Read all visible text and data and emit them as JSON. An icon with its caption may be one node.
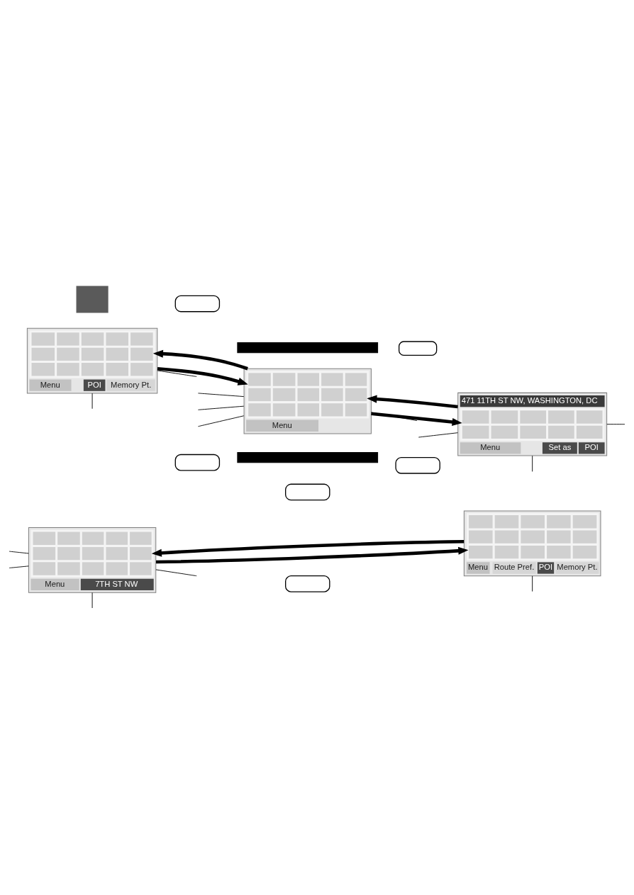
{
  "diagram": {
    "nodes": [
      {
        "text": [],
        "shape": "bar"
      },
      {
        "text": [],
        "shape": "box"
      },
      {
        "text": [
          "Menu"
        ]
      },
      {
        "text": [],
        "shape": "box"
      },
      {
        "text": [],
        "shape": "box"
      },
      {
        "text": [
          "Menu",
          "POI",
          "Memory Pt."
        ]
      },
      {
        "text": [],
        "shape": "box"
      },
      {
        "text": [],
        "shape": "box"
      },
      {
        "text": [
          "471 11TH ST NW, WASHINGTON, DC",
          "Menu",
          "Set as",
          "POI"
        ]
      },
      {
        "text": [],
        "shape": "bar"
      },
      {
        "text": [
          "Menu",
          "7TH ST NW"
        ]
      },
      {
        "text": [],
        "shape": "box"
      },
      {
        "text": [],
        "shape": "box"
      },
      {
        "text": [
          "Menu",
          "Route Pref.",
          "POI",
          "Memory Pt."
        ]
      }
    ],
    "edges": [
      {
        "from": 2,
        "to": 5,
        "arrow": "to",
        "style": "thick"
      },
      {
        "from": 5,
        "to": 2,
        "arrow": "to",
        "style": "thick"
      },
      {
        "from": 2,
        "to": 8,
        "arrow": "to",
        "style": "thick"
      },
      {
        "from": 8,
        "to": 2,
        "arrow": "to",
        "style": "thick"
      },
      {
        "from": 10,
        "to": 13,
        "arrow": "to",
        "style": "thick"
      },
      {
        "from": 13,
        "to": 10,
        "arrow": "to",
        "style": "thick"
      },
      {
        "from": null,
        "to": 2,
        "arrow": "none"
      },
      {
        "from": null,
        "to": 2,
        "arrow": "none"
      },
      {
        "from": null,
        "to": 2,
        "arrow": "none"
      },
      {
        "from": 2,
        "to": null,
        "arrow": "none"
      },
      {
        "from": 5,
        "to": null,
        "arrow": "none"
      },
      {
        "from": 5,
        "to": null,
        "arrow": "none"
      },
      {
        "from": null,
        "to": 8,
        "arrow": "none"
      },
      {
        "from": 8,
        "to": null,
        "arrow": "none"
      },
      {
        "from": 8,
        "to": null,
        "arrow": "none"
      },
      {
        "from": null,
        "to": 10,
        "arrow": "none"
      },
      {
        "from": null,
        "to": 10,
        "arrow": "none"
      },
      {
        "from": 10,
        "to": null,
        "arrow": "none"
      },
      {
        "from": 10,
        "to": null,
        "arrow": "none"
      },
      {
        "from": 13,
        "to": null,
        "arrow": "none"
      }
    ]
  }
}
